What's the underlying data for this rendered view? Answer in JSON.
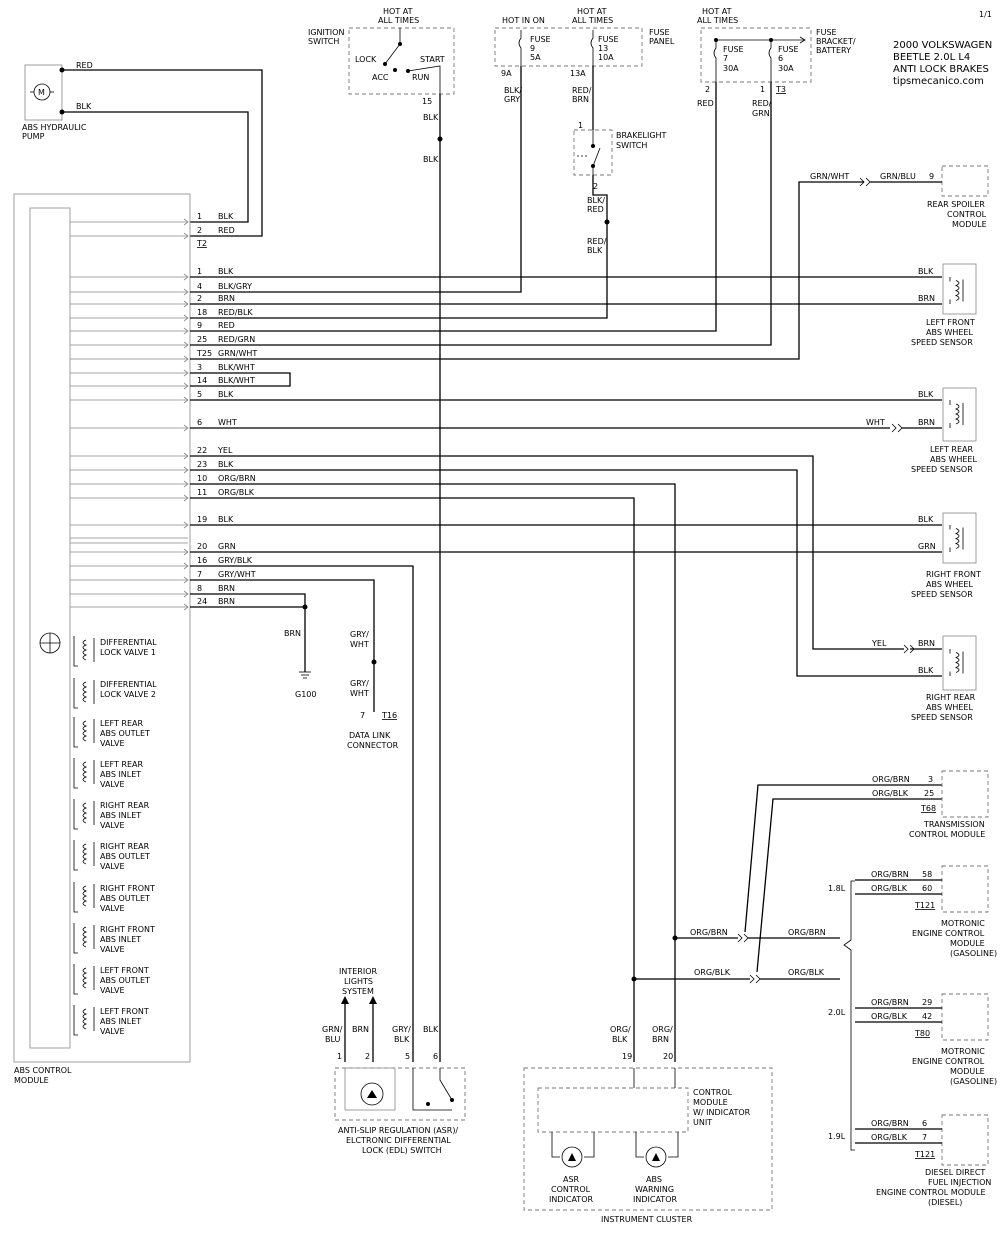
{
  "page_no": "1/1",
  "title": [
    "2000 VOLKSWAGEN",
    "BEETLE  2.0L  L4",
    "ANTI LOCK BRAKES"
  ],
  "site": "tipsmecanico.com",
  "abs_module_label": [
    "ABS CONTROL",
    "MODULE"
  ],
  "pump": {
    "label": [
      "ABS HYDRAULIC",
      "PUMP"
    ],
    "symbol": "M",
    "wire1": "RED",
    "wire2": "BLK"
  },
  "ignition": {
    "hot": [
      "HOT AT",
      "ALL TIMES"
    ],
    "label": [
      "IGNITION",
      "SWITCH"
    ],
    "lock": "LOCK",
    "acc": "ACC",
    "start": "START",
    "run": "RUN",
    "pin": "15",
    "wire_a": "BLK",
    "wire_b": "BLK"
  },
  "fuse_panel": {
    "hot_in_on": "HOT IN ON",
    "hot_all": [
      "HOT AT",
      "ALL TIMES"
    ],
    "label": [
      "FUSE",
      "PANEL"
    ],
    "fuse9": [
      "FUSE",
      "9",
      "5A"
    ],
    "fuse13": [
      "FUSE",
      "13",
      "10A"
    ],
    "term9": "9A",
    "term13": "13A",
    "wire9": [
      "BLK/",
      "GRY"
    ],
    "wire13": [
      "RED/",
      "BRN"
    ]
  },
  "brakelight": {
    "label": [
      "BRAKELIGHT",
      "SWITCH"
    ],
    "pin1": "1",
    "pin2": "2",
    "wire_a": [
      "BLK/",
      "RED"
    ],
    "wire_b": [
      "RED/",
      "BLK"
    ]
  },
  "fuse_bracket": {
    "hot": [
      "HOT AT",
      "ALL TIMES"
    ],
    "label": [
      "FUSE",
      "BRACKET/",
      "BATTERY"
    ],
    "fuse7": [
      "FUSE",
      "7",
      "30A"
    ],
    "fuse6": [
      "FUSE",
      "6",
      "30A"
    ],
    "pin2": "2",
    "pin1": "1",
    "conn": "T3",
    "wire7": "RED",
    "wire6": [
      "RED/",
      "GRN"
    ]
  },
  "t2_rows": [
    {
      "pin": "1",
      "color": "BLK"
    },
    {
      "pin": "2",
      "color": "RED"
    }
  ],
  "t2_conn": "T2",
  "rows": [
    {
      "pin": "1",
      "color": "BLK"
    },
    {
      "pin": "4",
      "color": "BLK/GRY"
    },
    {
      "pin": "2",
      "color": "BRN"
    },
    {
      "pin": "18",
      "color": "RED/BLK"
    },
    {
      "pin": "9",
      "color": "RED"
    },
    {
      "pin": "25",
      "color": "RED/GRN"
    },
    {
      "pin": "T25",
      "color": "GRN/WHT"
    },
    {
      "pin": "3",
      "color": "BLK/WHT"
    },
    {
      "pin": "14",
      "color": "BLK/WHT"
    },
    {
      "pin": "5",
      "color": "BLK"
    },
    {
      "pin": "6",
      "color": "WHT"
    },
    {
      "pin": "22",
      "color": "YEL"
    },
    {
      "pin": "23",
      "color": "BLK"
    },
    {
      "pin": "10",
      "color": "ORG/BRN"
    },
    {
      "pin": "11",
      "color": "ORG/BLK"
    },
    {
      "pin": "19",
      "color": "BLK"
    },
    {
      "pin": "20",
      "color": "GRN"
    },
    {
      "pin": "16",
      "color": "GRY/BLK"
    },
    {
      "pin": "7",
      "color": "GRY/WHT"
    },
    {
      "pin": "8",
      "color": "BRN"
    },
    {
      "pin": "24",
      "color": "BRN"
    }
  ],
  "spoiler": {
    "label": [
      "REAR SPOILER",
      "CONTROL",
      "MODULE"
    ],
    "wire_a": "GRN/WHT",
    "wire_b": "GRN/BLU",
    "pin": "9"
  },
  "sensors": [
    {
      "label": [
        "LEFT FRONT",
        "ABS WHEEL",
        "SPEED SENSOR"
      ],
      "t1": "BLK",
      "t2": "BRN"
    },
    {
      "label": [
        "LEFT REAR",
        "ABS WHEEL",
        "SPEED SENSOR"
      ],
      "t1": "BLK",
      "t2": "BRN",
      "ext": "WHT"
    },
    {
      "label": [
        "RIGHT FRONT",
        "ABS WHEEL",
        "SPEED SENSOR"
      ],
      "t1": "BLK",
      "t2": "GRN"
    },
    {
      "label": [
        "RIGHT REAR",
        "ABS WHEEL",
        "SPEED SENSOR"
      ],
      "t1": "BRN",
      "t2": "BLK",
      "ext": "YEL"
    }
  ],
  "ground": {
    "wire": "BRN",
    "label": "G100"
  },
  "dlc": {
    "wire_a": [
      "GRY/",
      "WHT"
    ],
    "wire_b": [
      "GRY/",
      "WHT"
    ],
    "pin": "7",
    "conn": "T16",
    "label": [
      "DATA LINK",
      "CONNECTOR"
    ]
  },
  "valves": [
    [
      "DIFFERENTIAL",
      "LOCK VALVE 1"
    ],
    [
      "DIFFERENTIAL",
      "LOCK VALVE 2"
    ],
    [
      "LEFT REAR",
      "ABS OUTLET",
      "VALVE"
    ],
    [
      "LEFT REAR",
      "ABS INLET",
      "VALVE"
    ],
    [
      "RIGHT REAR",
      "ABS INLET",
      "VALVE"
    ],
    [
      "RIGHT REAR",
      "ABS OUTLET",
      "VALVE"
    ],
    [
      "RIGHT FRONT",
      "ABS OUTLET",
      "VALVE"
    ],
    [
      "RIGHT FRONT",
      "ABS INLET",
      "VALVE"
    ],
    [
      "LEFT FRONT",
      "ABS OUTLET",
      "VALVE"
    ],
    [
      "LEFT FRONT",
      "ABS INLET",
      "VALVE"
    ]
  ],
  "interior": {
    "label": [
      "INTERIOR",
      "LIGHTS",
      "SYSTEM"
    ]
  },
  "asr_switch": {
    "label": [
      "ANTI-SLIP REGULATION (ASR)/",
      "ELCTRONIC DIFFERENTIAL",
      "LOCK (EDL) SWITCH"
    ],
    "w1": [
      "GRN/",
      "BLU"
    ],
    "w2": "BRN",
    "w5": [
      "GRY/",
      "BLK"
    ],
    "w6": "BLK",
    "p1": "1",
    "p2": "2",
    "p5": "5",
    "p6": "6"
  },
  "cluster": {
    "label": "INSTRUMENT CLUSTER",
    "cm": [
      "CONTROL",
      "MODULE",
      "W/ INDICATOR",
      "UNIT"
    ],
    "asr": [
      "ASR",
      "CONTROL",
      "INDICATOR"
    ],
    "abs": [
      "ABS",
      "WARNING",
      "INDICATOR"
    ],
    "w19": [
      "ORG/",
      "BLK"
    ],
    "w20": [
      "ORG/",
      "BRN"
    ],
    "p19": "19",
    "p20": "20"
  },
  "bus": {
    "orgbrn": "ORG/BRN",
    "orgblk": "ORG/BLK"
  },
  "tcm": {
    "label": [
      "TRANSMISSION",
      "CONTROL MODULE"
    ],
    "w1": "ORG/BRN",
    "w2": "ORG/BLK",
    "p1": "3",
    "p2": "25",
    "conn": "T68"
  },
  "engines": [
    {
      "variant": "1.8L",
      "label": [
        "MOTRONIC",
        "ENGINE CONTROL",
        "MODULE",
        "(GASOLINE)"
      ],
      "w1": "ORG/BRN",
      "w2": "ORG/BLK",
      "p1": "58",
      "p2": "60",
      "conn": "T121"
    },
    {
      "variant": "2.0L",
      "label": [
        "MOTRONIC",
        "ENGINE CONTROL",
        "MODULE",
        "(GASOLINE)"
      ],
      "w1": "ORG/BRN",
      "w2": "ORG/BLK",
      "p1": "29",
      "p2": "42",
      "conn": "T80"
    },
    {
      "variant": "1.9L",
      "label": [
        "DIESEL DIRECT",
        "FUEL INJECTION",
        "ENGINE CONTROL MODULE",
        "(DIESEL)"
      ],
      "w1": "ORG/BRN",
      "w2": "ORG/BLK",
      "p1": "6",
      "p2": "7",
      "conn": "T121"
    }
  ]
}
